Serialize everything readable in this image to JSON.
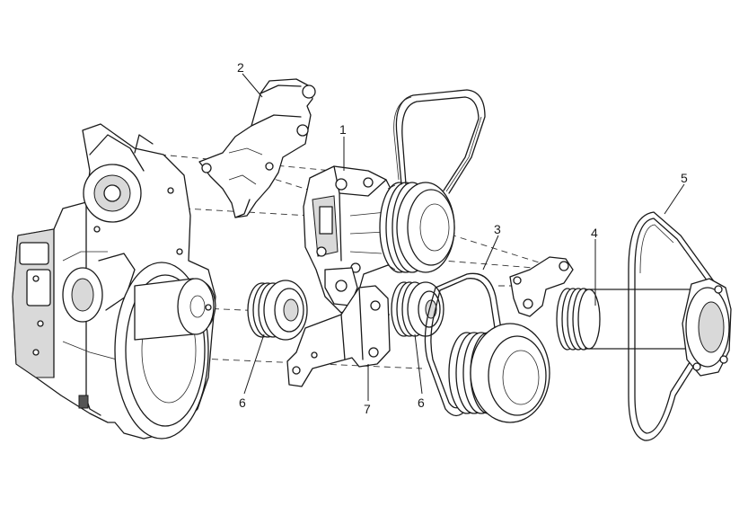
{
  "callouts": {
    "part_1": "1",
    "part_2": "2",
    "part_3": "3",
    "part_4": "4",
    "part_5": "5",
    "part_6_left": "6",
    "part_6_right": "6",
    "part_7": "7"
  },
  "colors": {
    "line": "#1a1a1a",
    "shade": "#d9d9d9",
    "background": "#ffffff"
  }
}
